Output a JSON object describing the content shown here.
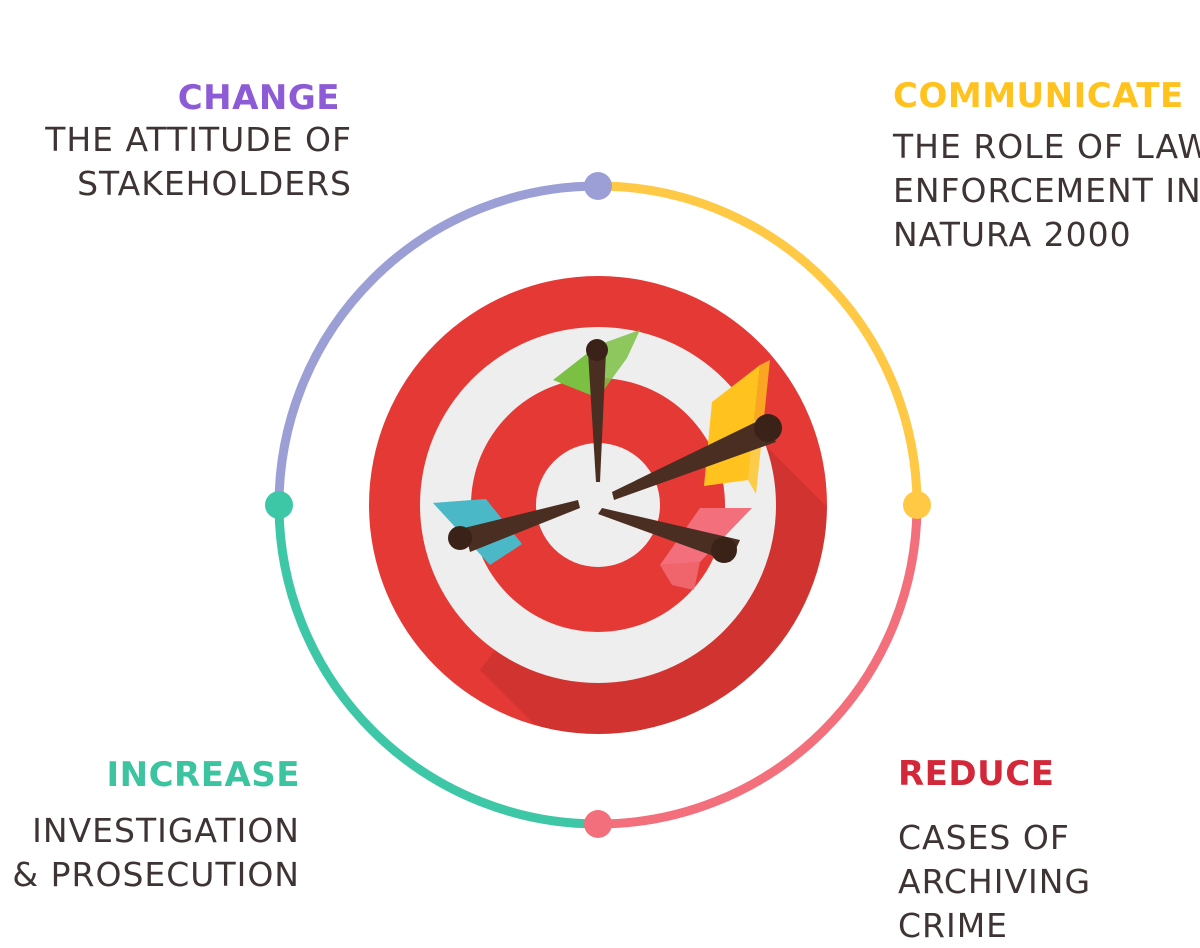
{
  "colors": {
    "purple": "#9b9fd6",
    "yellow": "#ffc845",
    "pink": "#f26f7b",
    "teal": "#3ec7a6",
    "target_red": "#e53935",
    "target_ring_light": "#eeeeee",
    "dart_shaft": "#4a2e22"
  },
  "sections": {
    "change": {
      "heading": "CHANGE",
      "heading_color": "#8e5bd6",
      "lines": [
        "THE ATTITUDE OF",
        "STAKEHOLDERS"
      ]
    },
    "communicate": {
      "heading": "COMMUNICATE",
      "heading_color": "#ffc21e",
      "lines": [
        "THE ROLE OF LAW",
        "ENFORCEMENT IN",
        "NATURA 2000"
      ]
    },
    "increase": {
      "heading": "INCREASE",
      "heading_color": "#3cc3a0",
      "lines": [
        "INVESTIGATION",
        "& PROSECUTION"
      ]
    },
    "reduce": {
      "heading": "REDUCE",
      "heading_color": "#d2283a",
      "lines": [
        "CASES OF",
        "ARCHIVING",
        "CRIME"
      ]
    }
  },
  "icons": {
    "center": "target-with-darts-icon",
    "dart_colors": [
      "#7bc043",
      "#ffc21e",
      "#f26f7b",
      "#4bb8c8"
    ]
  }
}
